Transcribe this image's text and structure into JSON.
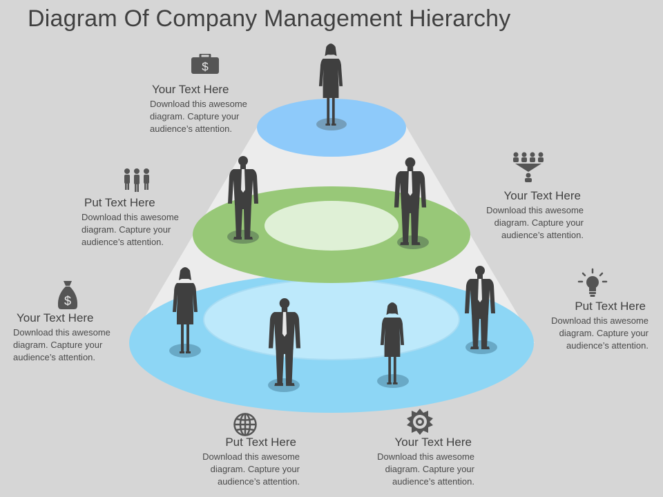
{
  "title": "Diagram Of Company Management Hierarchy",
  "colors": {
    "background": "#d6d6d6",
    "tier_top": "#8ecafa",
    "tier_middle": "#98c878",
    "tier_bottom": "#8dd6f5",
    "silhouette": "#3f3f3f",
    "icon": "#555555"
  },
  "levels": [
    "top",
    "middle",
    "bottom"
  ],
  "blocks": [
    {
      "id": "b1",
      "icon": "briefcase-dollar-icon",
      "heading": "Your Text Here",
      "body": [
        "Download this awesome",
        "diagram. Capture your",
        "audience’s attention."
      ]
    },
    {
      "id": "b2",
      "icon": "people-group-icon",
      "heading": "Put Text Here",
      "body": [
        "Download this awesome",
        "diagram. Capture your",
        "audience’s attention."
      ]
    },
    {
      "id": "b3",
      "icon": "hierarchy-funnel-icon",
      "heading": "Your Text Here",
      "body": [
        "Download this awesome",
        "diagram. Capture your",
        "audience’s attention."
      ]
    },
    {
      "id": "b4",
      "icon": "money-bag-icon",
      "heading": "Your Text Here",
      "body": [
        "Download this awesome",
        "diagram. Capture your",
        "audience’s attention."
      ]
    },
    {
      "id": "b5",
      "icon": "light-bulb-icon",
      "heading": "Put Text Here",
      "body": [
        "Download this awesome",
        "diagram. Capture your",
        "audience’s attention."
      ]
    },
    {
      "id": "b6",
      "icon": "globe-icon",
      "heading": "Put Text Here",
      "body": [
        "Download this awesome",
        "diagram. Capture your",
        "audience’s attention."
      ]
    },
    {
      "id": "b7",
      "icon": "gear-target-icon",
      "heading": "Your Text Here",
      "body": [
        "Download this awesome",
        "diagram. Capture your",
        "audience’s attention."
      ]
    }
  ]
}
